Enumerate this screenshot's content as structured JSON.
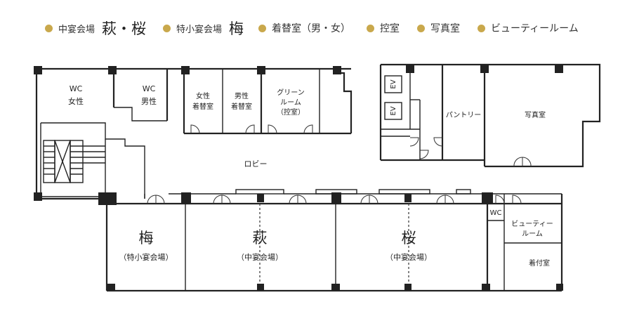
{
  "legend": {
    "dot_color": "#c9a84c",
    "items": [
      {
        "small": "中宴会場",
        "big": "萩・桜"
      },
      {
        "small": "特小宴会場",
        "big": "梅"
      },
      {
        "text": "着替室（男・女）"
      },
      {
        "text": "控室"
      },
      {
        "text": "写真室"
      },
      {
        "text": "ビューティールーム"
      }
    ]
  },
  "rooms": {
    "wc1": [
      "WC",
      "女性"
    ],
    "wc2": [
      "WC",
      "男性"
    ],
    "women_dressing": [
      "女性",
      "着替室"
    ],
    "men_dressing": [
      "男性",
      "着替室"
    ],
    "green_room": [
      "グリーン",
      "ルーム",
      "（控室）"
    ],
    "ev1": "EV",
    "ev2": "EV",
    "pantry": "パントリー",
    "photo": "写真室",
    "lobby": "ロビー",
    "ume": {
      "name": "梅",
      "sub": "（特小宴会場）"
    },
    "hagi": {
      "name": "萩",
      "sub": "（中宴会場）"
    },
    "sakura": {
      "name": "桜",
      "sub": "（中宴会場）"
    },
    "wc3": "WC",
    "beauty": [
      "ビューティー",
      "ルーム"
    ],
    "kitsuke": "着付室"
  }
}
